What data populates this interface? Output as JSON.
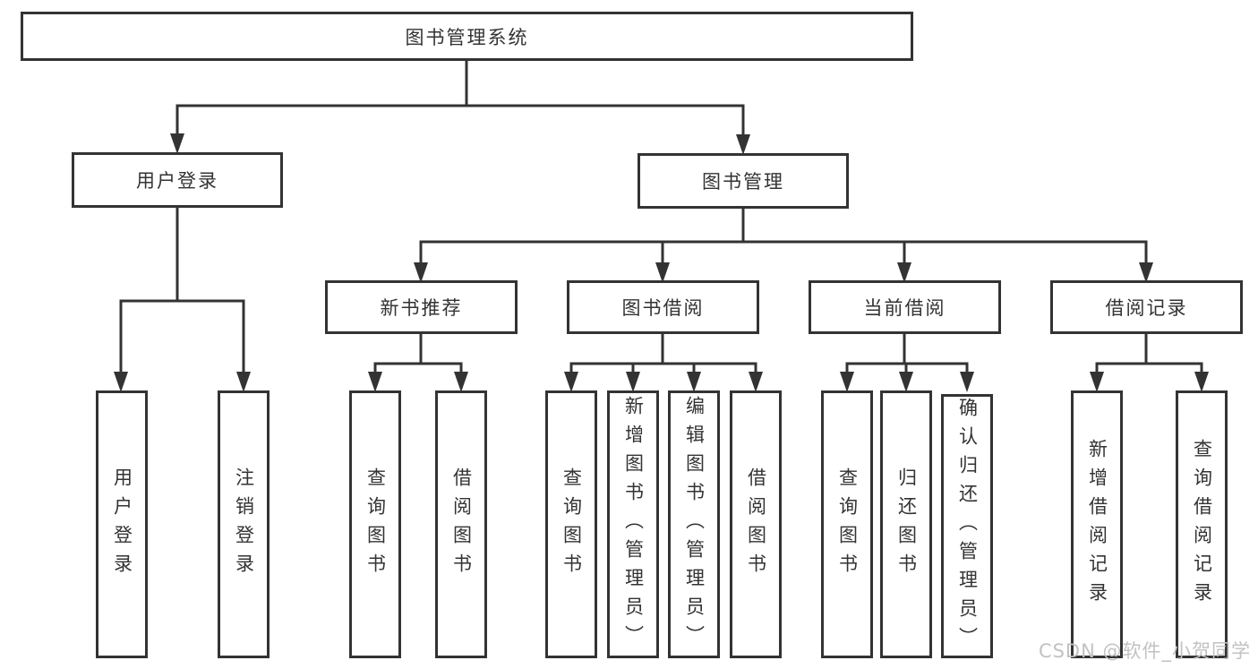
{
  "diagram": {
    "title": "图书管理系统",
    "root": {
      "label": "图书管理系统"
    },
    "level2": [
      {
        "label": "用户登录"
      },
      {
        "label": "图书管理"
      }
    ],
    "level3": [
      {
        "label": "新书推荐"
      },
      {
        "label": "图书借阅"
      },
      {
        "label": "当前借阅"
      },
      {
        "label": "借阅记录"
      }
    ],
    "leaves": {
      "user": [
        "用户登录",
        "注销登录"
      ],
      "recommend": [
        "查询图书",
        "借阅图书"
      ],
      "borrow": [
        "查询图书",
        "新增图书（管理员）",
        "编辑图书（管理员）",
        "借阅图书"
      ],
      "current": [
        "查询图书",
        "归还图书",
        "确认归还（管理员）"
      ],
      "records": [
        "新增借阅记录",
        "查询借阅记录"
      ]
    }
  },
  "watermark": {
    "text": "CSDN @软件_小贺同学"
  },
  "colors": {
    "line": "#333333",
    "text": "#333333",
    "background": "#ffffff",
    "watermark": "#c2c2c2"
  }
}
